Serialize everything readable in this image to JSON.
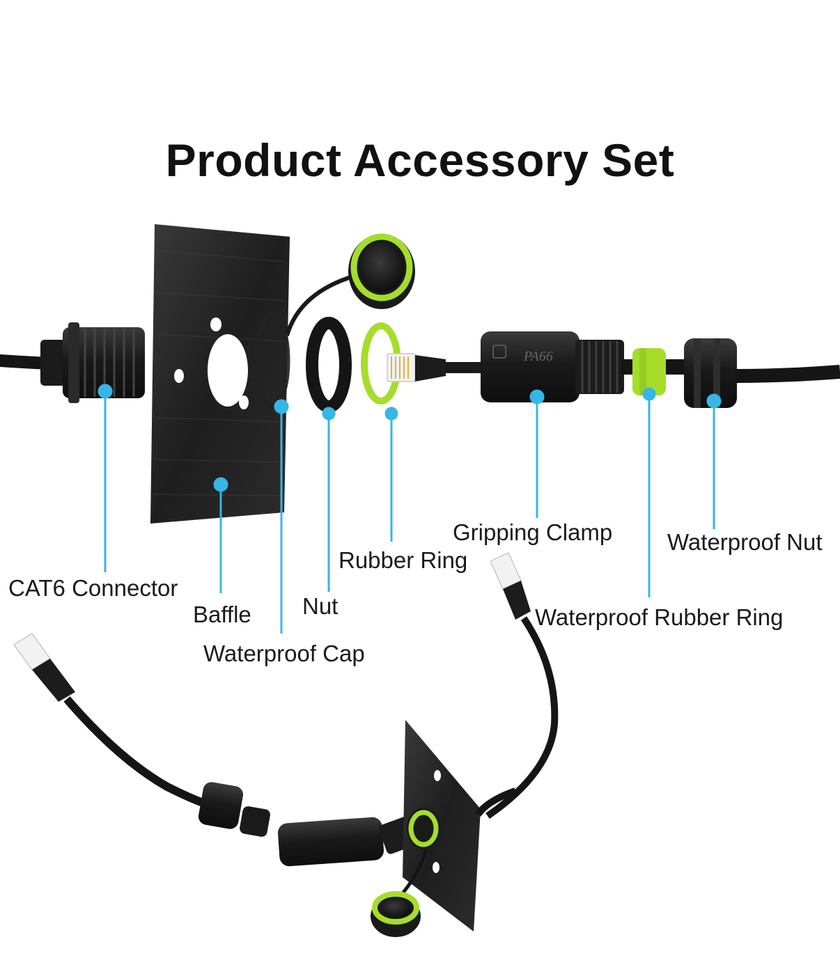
{
  "title": "Product Accessory Set",
  "labels": {
    "cat6_connector": "CAT6 Connector",
    "baffle": "Baffle",
    "waterproof_cap": "Waterproof Cap",
    "nut": "Nut",
    "rubber_ring": "Rubber Ring",
    "gripping_clamp": "Gripping Clamp",
    "waterproof_nut": "Waterproof Nut",
    "waterproof_rubber_ring": "Waterproof Rubber Ring"
  },
  "stamps": {
    "clamp_marking": "PA66"
  },
  "colors": {
    "leader": "#35b6e6",
    "accent_green": "#a6dd2b",
    "part_black": "#1c1c1c"
  }
}
